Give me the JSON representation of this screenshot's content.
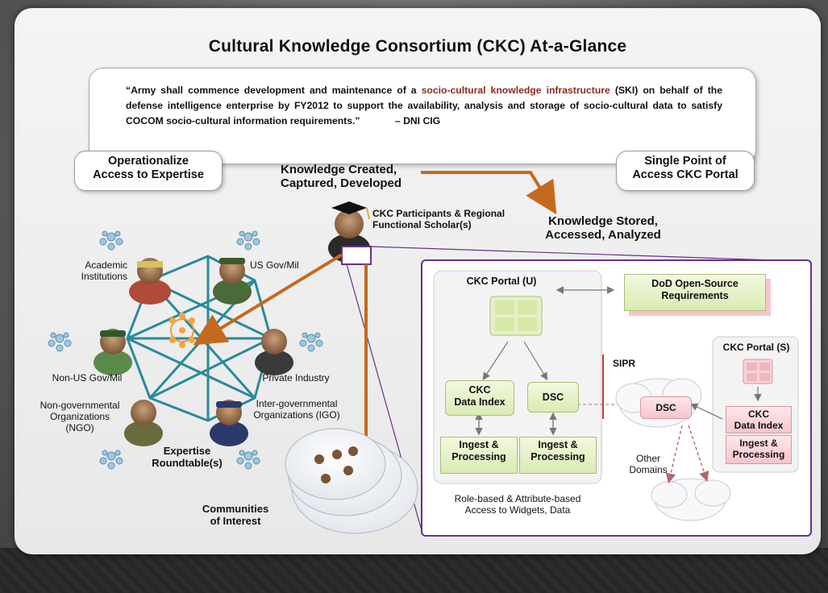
{
  "title": "Cultural Knowledge Consortium (CKC) At-a-Glance",
  "quote": {
    "part1": "“Army shall commence development and maintenance of a ",
    "highlight": "socio-cultural knowledge infrastructure",
    "part2": " (SKI) on behalf of the defense intelligence enterprise by FY2012 to support the availability, analysis and storage of socio-cultural data to satisfy COCOM socio-cultural information requirements.”",
    "attribution": "– DNI CIG"
  },
  "left_pill": {
    "line1": "Operationalize",
    "line2": "Access to Expertise"
  },
  "right_pill": {
    "line1": "Single Point of",
    "line2": "Access CKC Portal"
  },
  "flow": {
    "created_line1": "Knowledge Created,",
    "created_line2": "Captured, Developed",
    "stored_line1": "Knowledge Stored,",
    "stored_line2": "Accessed, Analyzed"
  },
  "scholar": {
    "line1": "CKC Participants & Regional",
    "line2": "Functional Scholar(s)"
  },
  "network": {
    "academic_line1": "Academic",
    "academic_line2": "Institutions",
    "usgov": "US Gov/Mil",
    "nonus": "Non-US Gov/Mil",
    "private": "Private Industry",
    "ngo_line1": "Non-governmental",
    "ngo_line2": "Organizations",
    "ngo_line3": "(NGO)",
    "igo_line1": "Inter-governmental",
    "igo_line2": "Organizations (IGO)",
    "roundtable_line1": "Expertise",
    "roundtable_line2": "Roundtable(s)",
    "communities_line1": "Communities",
    "communities_line2": "of Interest"
  },
  "portal": {
    "portal_u": "CKC Portal (U)",
    "dod_line1": "DoD Open-Source",
    "dod_line2": "Requirements",
    "ckc_index_line1": "CKC",
    "ckc_index_line2": "Data Index",
    "dsc": "DSC",
    "ingest_line1": "Ingest &",
    "ingest_line2": "Processing",
    "sipr": "SIPR",
    "portal_s": "CKC Portal (S)",
    "other_line1": "Other",
    "other_line2": "Domains",
    "access_line1": "Role-based & Attribute-based",
    "access_line2": "Access to Widgets, Data"
  },
  "colors": {
    "accent_orange": "#c46a1e",
    "highlight_red": "#8b2a1f",
    "panel_purple": "#6b2f8a",
    "network_teal": "#2a8a9a"
  }
}
